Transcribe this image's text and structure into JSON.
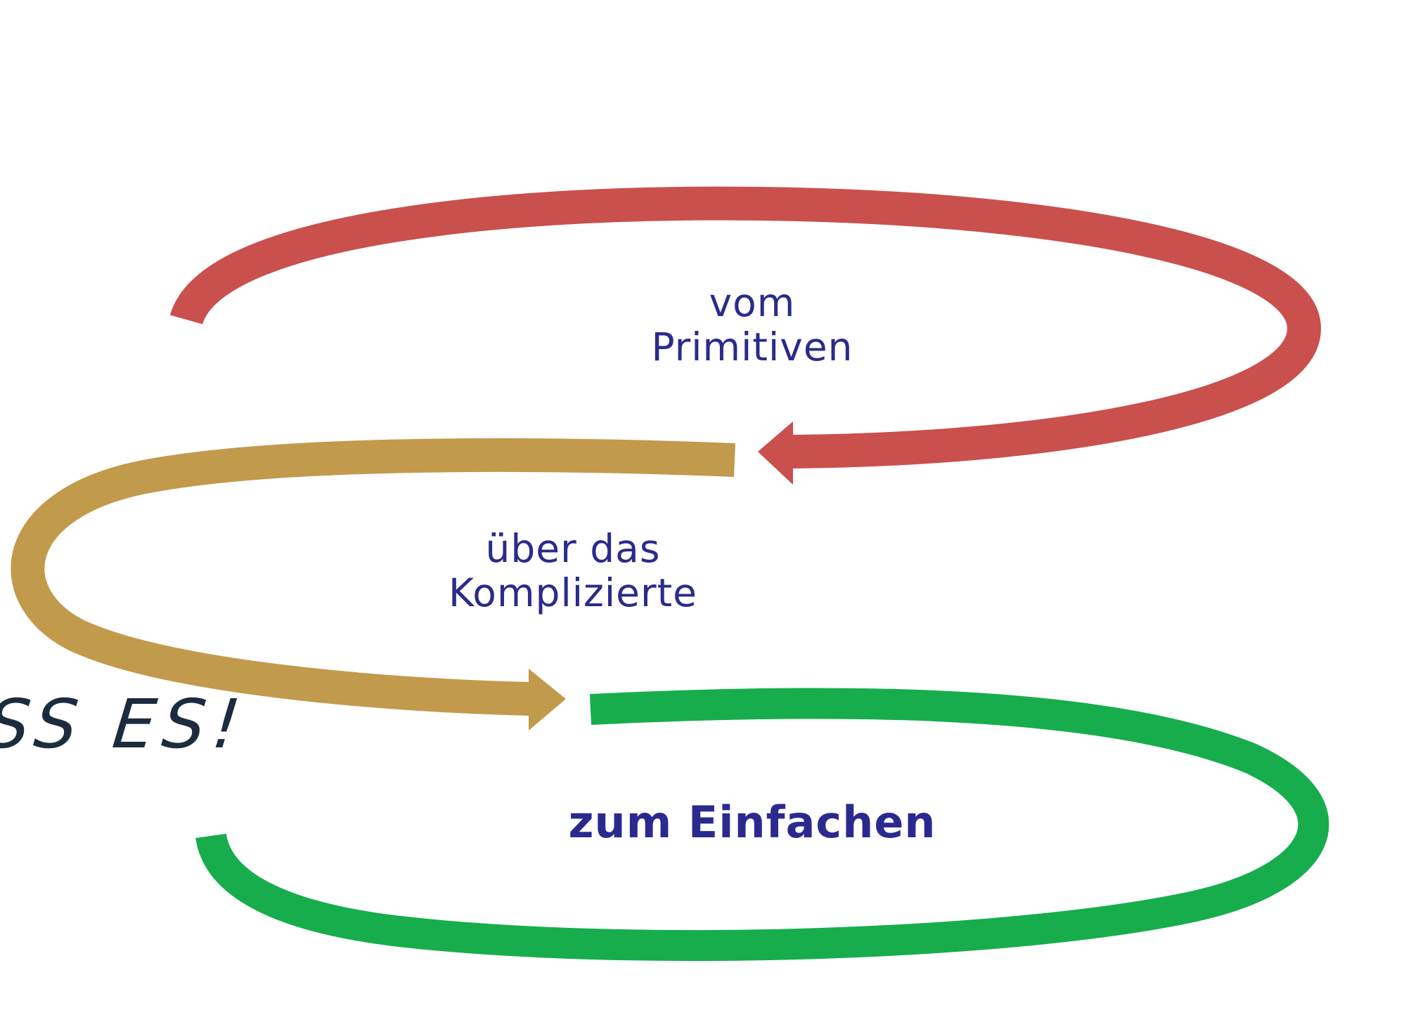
{
  "diagram": {
    "arrows": [
      {
        "name": "primitive-arc",
        "color": "#c9504d"
      },
      {
        "name": "complicated-arc",
        "color": "#c29a4c"
      },
      {
        "name": "simple-arc",
        "color": "#17ad4d"
      }
    ],
    "labels": {
      "top_line1": "vom",
      "top_line2": "Primitiven",
      "mid_line1": "über das",
      "mid_line2": "Komplizierte",
      "bottom": "zum Einfachen"
    },
    "side_text": "SS ES!"
  }
}
